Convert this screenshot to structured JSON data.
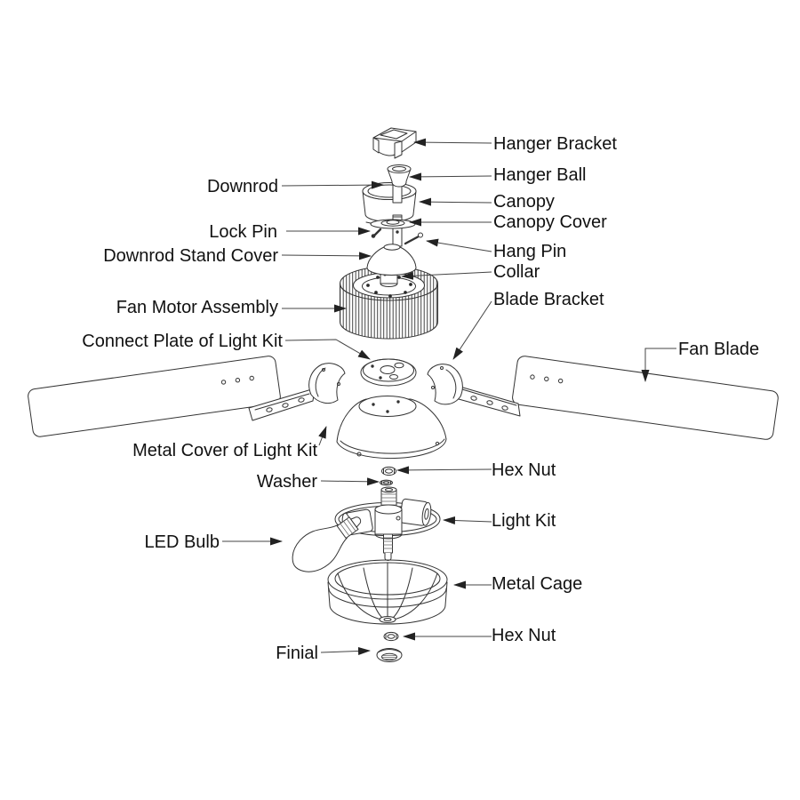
{
  "diagram": {
    "labels": {
      "hanger_bracket": "Hanger Bracket",
      "hanger_ball": "Hanger Ball",
      "downrod": "Downrod",
      "canopy": "Canopy",
      "lock_pin": "Lock Pin",
      "canopy_cover": "Canopy Cover",
      "hang_pin": "Hang Pin",
      "downrod_stand_cover": "Downrod Stand Cover",
      "collar": "Collar",
      "fan_motor_assembly": "Fan Motor Assembly",
      "blade_bracket": "Blade Bracket",
      "connect_plate_of_light_kit": "Connect Plate of Light Kit",
      "fan_blade": "Fan Blade",
      "metal_cover_of_light_kit": "Metal Cover of Light Kit",
      "hex_nut_upper": "Hex Nut",
      "washer": "Washer",
      "light_kit": "Light Kit",
      "led_bulb": "LED Bulb",
      "metal_cage": "Metal Cage",
      "hex_nut_lower": "Hex Nut",
      "finial": "Finial"
    },
    "colors": {
      "background": "#ffffff",
      "line": "#333333",
      "text": "#111111",
      "leader": "#444444"
    }
  }
}
